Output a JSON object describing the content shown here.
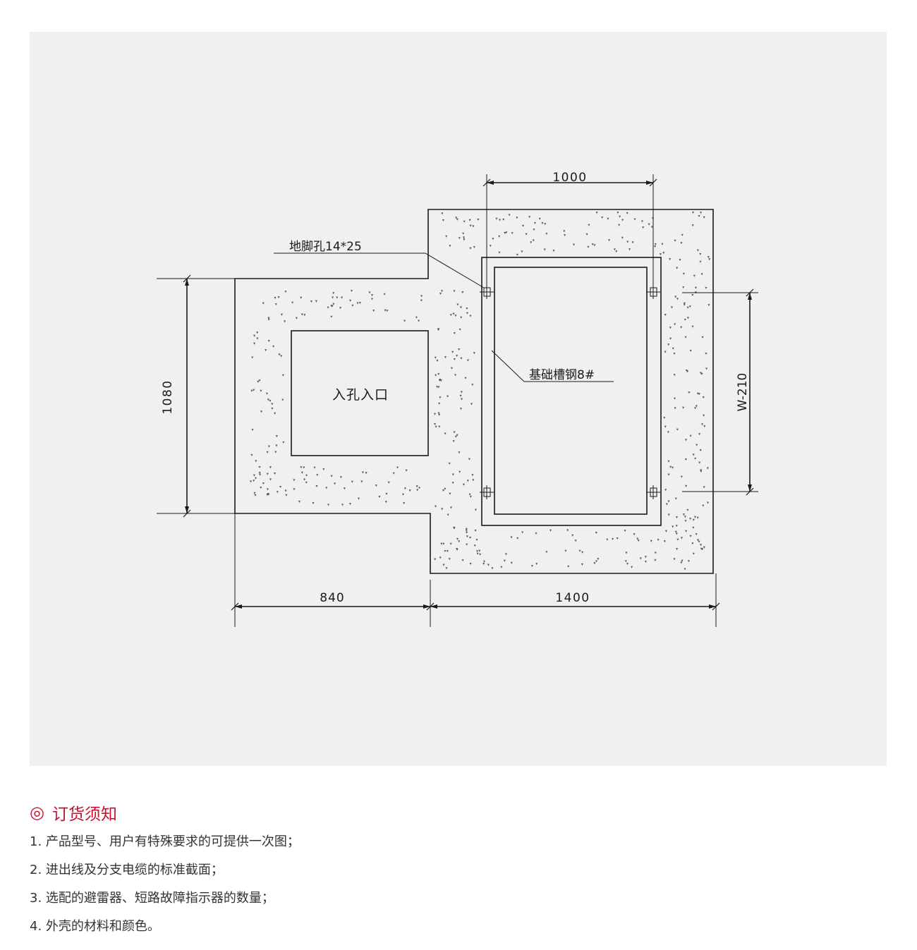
{
  "diagram": {
    "dims": {
      "top_width": "1000",
      "left_height": "1080",
      "right_height": "W-210",
      "bottom_left": "840",
      "bottom_right": "1400"
    },
    "labels": {
      "anchor_hole": "地脚孔14*25",
      "channel_steel": "基础槽钢8#",
      "manhole": "入孔入口"
    }
  },
  "notes": {
    "title": "订货须知",
    "title_icon": "double-circle-icon",
    "accent_color": "#c8102e",
    "items": [
      "1. 产品型号、用户有特殊要求的可提供一次图；",
      "2. 进出线及分支电缆的标准截面；",
      "3. 选配的避雷器、短路故障指示器的数量；",
      "4. 外壳的材料和颜色。"
    ]
  }
}
